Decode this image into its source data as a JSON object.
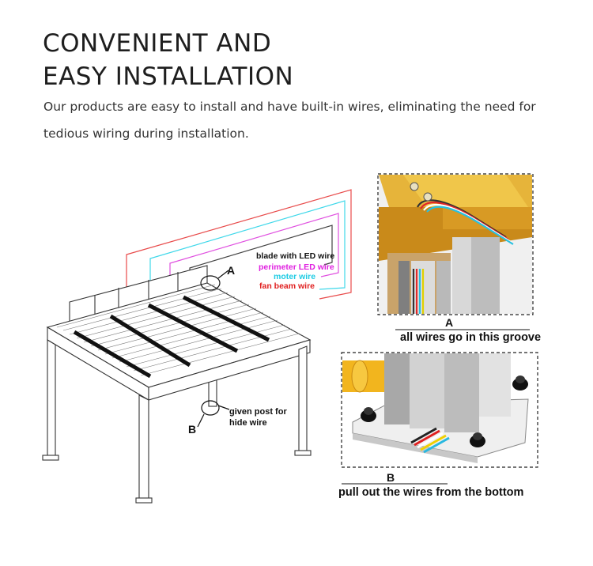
{
  "header": {
    "title_line1": "CONVENIENT AND",
    "title_line2": "EASY INSTALLATION",
    "description": "Our products are easy to install and have built-in wires, eliminating the need for tedious wiring during installation."
  },
  "diagram": {
    "wires": [
      {
        "label": "blade with LED wire",
        "color": "#111111"
      },
      {
        "label": "perimeter LED wire",
        "color": "#e020e0"
      },
      {
        "label": "moter wire",
        "color": "#20d0e8"
      },
      {
        "label": "fan beam wire",
        "color": "#e02020"
      }
    ],
    "callout_a": "A",
    "callout_b": "B",
    "post_note_line1": "given post for",
    "post_note_line2": "hide wire"
  },
  "detail_a": {
    "letter": "A",
    "caption": "all wires go in this groove"
  },
  "detail_b": {
    "letter": "B",
    "caption": "pull out the wires from the bottom"
  }
}
